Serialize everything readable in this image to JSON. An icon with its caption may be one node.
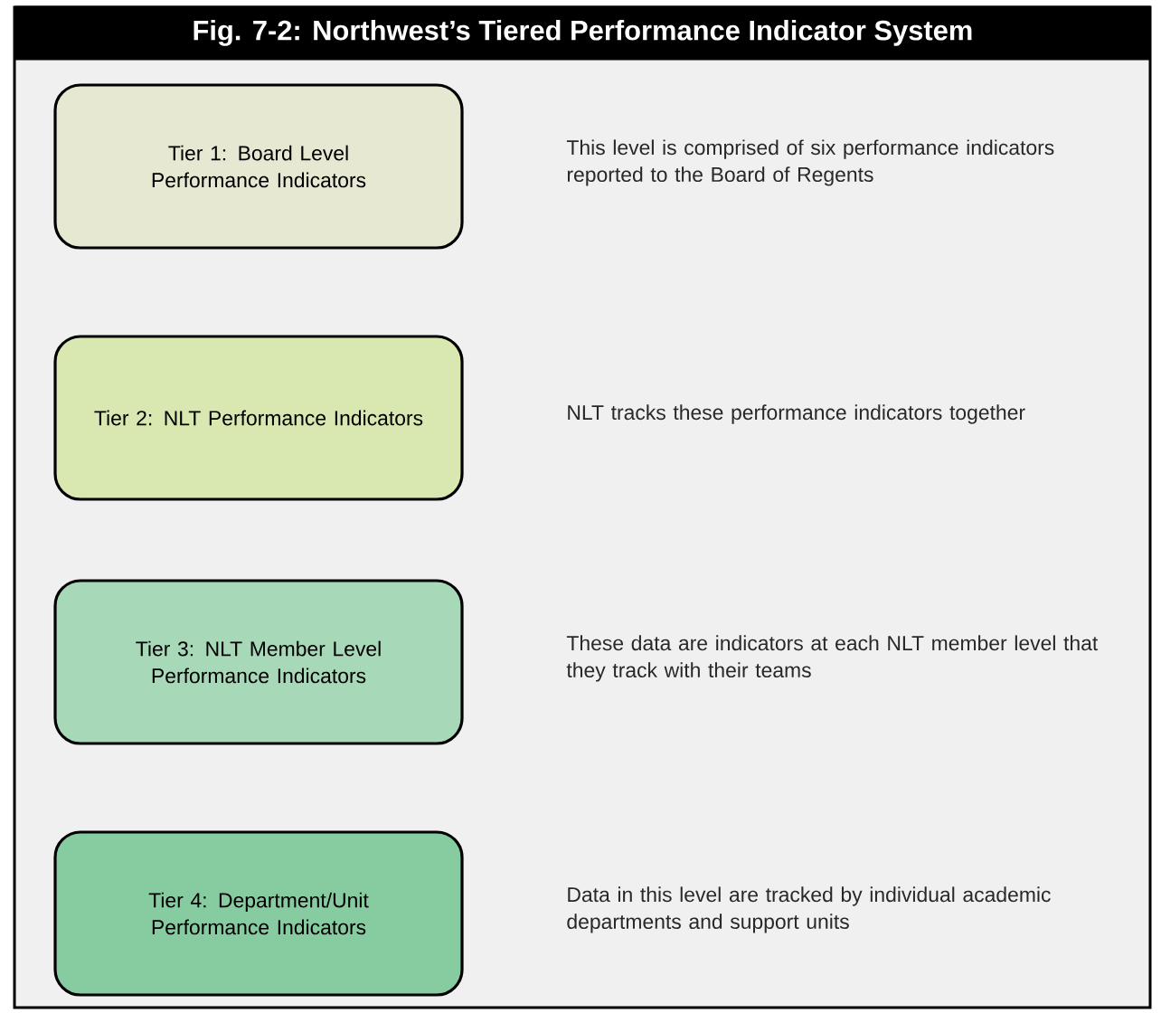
{
  "diagram": {
    "title": "Fig. 7-2: Northwest’s Tiered Performance Indicator System",
    "nodes": [
      {
        "text": [
          "Tier 1: Board Level Performance Indicators"
        ]
      },
      {
        "text": [
          "Tier 2: NLT Performance Indicators"
        ]
      },
      {
        "text": [
          "Tier 3: NLT Member Level Performance Indicators"
        ]
      },
      {
        "text": [
          "Tier 4: Department/Unit Performance Indicators"
        ]
      }
    ],
    "labels": [
      "This level is comprised of six performance indicators reported to the Board of Regents",
      "NLT tracks these performance indicators together",
      "These data are indicators at each NLT member level that they track with their teams",
      "Data in this level are tracked by individual academic departments and support units"
    ]
  }
}
